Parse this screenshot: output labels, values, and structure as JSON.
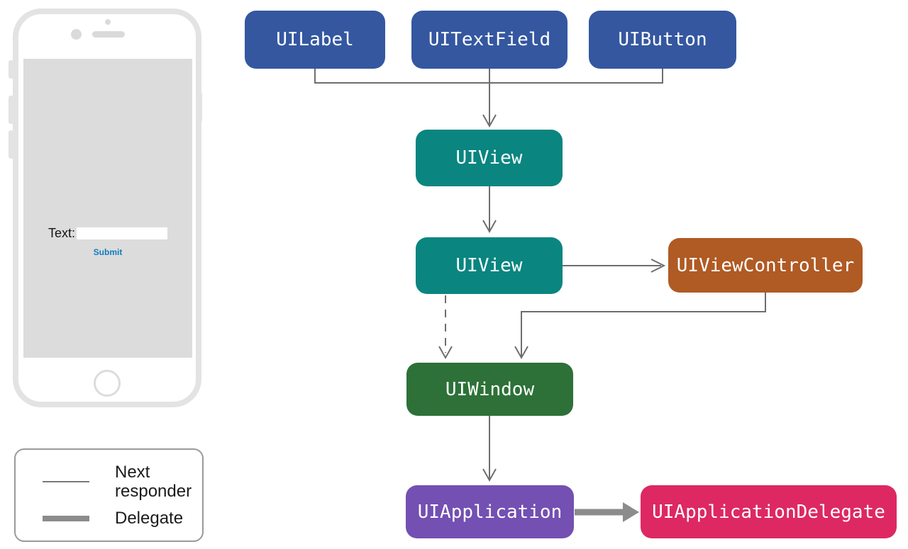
{
  "nodes": {
    "uilabel": {
      "label": "UILabel",
      "color": "#3457A0"
    },
    "uitextfield": {
      "label": "UITextField",
      "color": "#3457A0"
    },
    "uibutton": {
      "label": "UIButton",
      "color": "#3457A0"
    },
    "uiview_inner": {
      "label": "UIView",
      "color": "#0A8580"
    },
    "uiview_root": {
      "label": "UIView",
      "color": "#0A8580"
    },
    "uiviewcontroller": {
      "label": "UIViewController",
      "color": "#B05A24"
    },
    "uiwindow": {
      "label": "UIWindow",
      "color": "#2D7138"
    },
    "uiapplication": {
      "label": "UIApplication",
      "color": "#7350B2"
    },
    "uiapplicationdelegate": {
      "label": "UIApplicationDelegate",
      "color": "#DD2864"
    }
  },
  "legend": {
    "next_responder_label": "Next responder",
    "delegate_label": "Delegate"
  },
  "phone": {
    "text_label": "Text:",
    "input_value": "",
    "input_placeholder": "",
    "submit_label": "Submit"
  },
  "colors": {
    "responder_arrow": "#6E6E6E",
    "delegate_arrow": "#8C8C8C",
    "submit_link": "#0E7DC1",
    "phone_frame": "#E3E3E3",
    "phone_screen": "#DCDCDC"
  }
}
